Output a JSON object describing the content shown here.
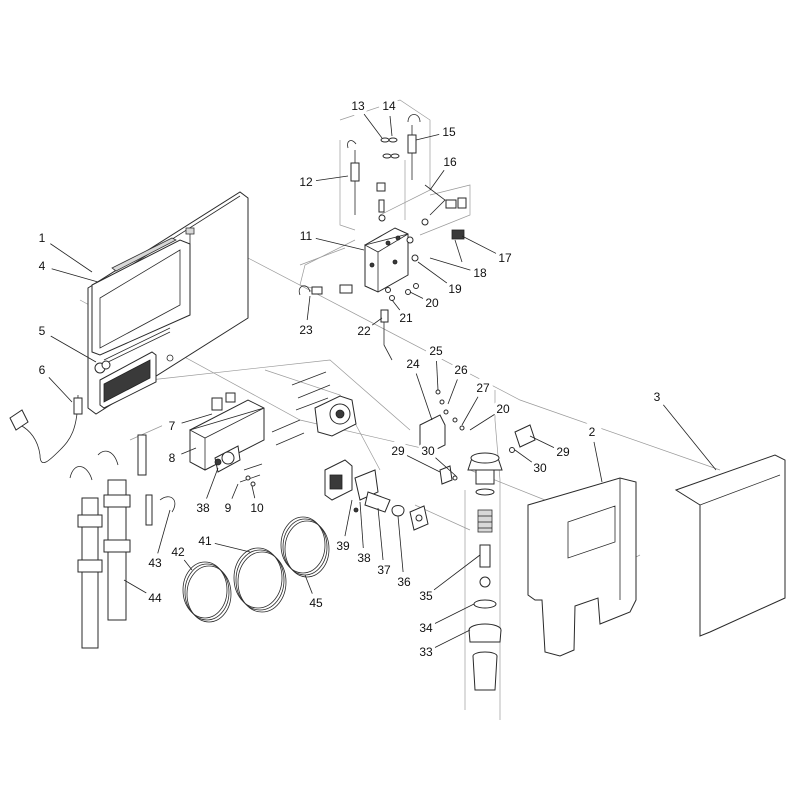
{
  "callouts": [
    {
      "id": "1",
      "label": "1"
    },
    {
      "id": "2",
      "label": "2"
    },
    {
      "id": "3",
      "label": "3"
    },
    {
      "id": "4",
      "label": "4"
    },
    {
      "id": "5",
      "label": "5"
    },
    {
      "id": "6",
      "label": "6"
    },
    {
      "id": "7",
      "label": "7"
    },
    {
      "id": "8",
      "label": "8"
    },
    {
      "id": "9",
      "label": "9"
    },
    {
      "id": "10",
      "label": "10"
    },
    {
      "id": "11",
      "label": "11"
    },
    {
      "id": "12",
      "label": "12"
    },
    {
      "id": "13",
      "label": "13"
    },
    {
      "id": "14",
      "label": "14"
    },
    {
      "id": "15",
      "label": "15"
    },
    {
      "id": "16",
      "label": "16"
    },
    {
      "id": "17",
      "label": "17"
    },
    {
      "id": "18",
      "label": "18"
    },
    {
      "id": "19",
      "label": "19"
    },
    {
      "id": "20a",
      "label": "20"
    },
    {
      "id": "20b",
      "label": "20"
    },
    {
      "id": "21",
      "label": "21"
    },
    {
      "id": "22",
      "label": "22"
    },
    {
      "id": "23",
      "label": "23"
    },
    {
      "id": "24",
      "label": "24"
    },
    {
      "id": "25",
      "label": "25"
    },
    {
      "id": "26",
      "label": "26"
    },
    {
      "id": "27",
      "label": "27"
    },
    {
      "id": "29a",
      "label": "29"
    },
    {
      "id": "29b",
      "label": "29"
    },
    {
      "id": "30a",
      "label": "30"
    },
    {
      "id": "30b",
      "label": "30"
    },
    {
      "id": "33",
      "label": "33"
    },
    {
      "id": "34",
      "label": "34"
    },
    {
      "id": "35",
      "label": "35"
    },
    {
      "id": "36",
      "label": "36"
    },
    {
      "id": "37",
      "label": "37"
    },
    {
      "id": "38a",
      "label": "38"
    },
    {
      "id": "38b",
      "label": "38"
    },
    {
      "id": "39",
      "label": "39"
    },
    {
      "id": "41",
      "label": "41"
    },
    {
      "id": "42",
      "label": "42"
    },
    {
      "id": "43",
      "label": "43"
    },
    {
      "id": "44",
      "label": "44"
    },
    {
      "id": "45",
      "label": "45"
    }
  ]
}
